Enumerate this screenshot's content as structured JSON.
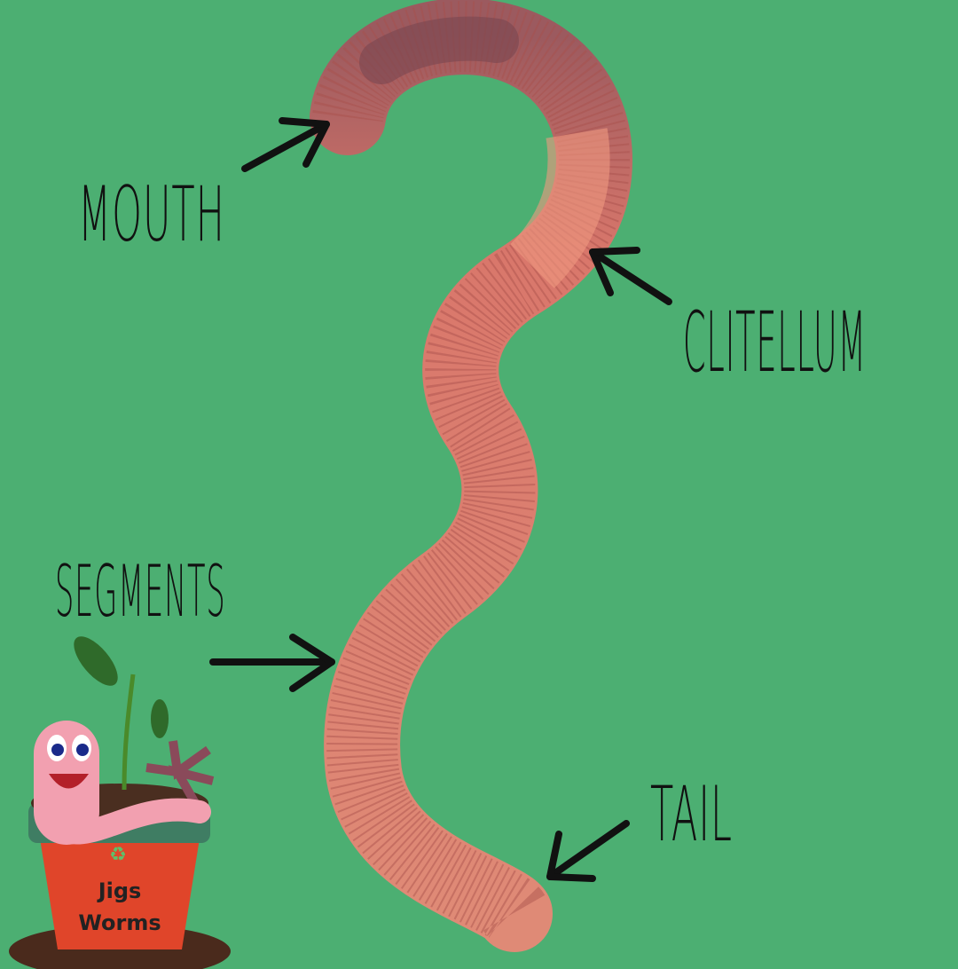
{
  "labels": {
    "mouth": "MOUTH",
    "clitellum": "CLITELLUM",
    "segments": "SEGMENTS",
    "tail": "TAIL"
  },
  "logo": {
    "line1": "Jigs",
    "line2": "Worms"
  },
  "colors": {
    "background": "#4caf72",
    "worm": "#d97a68",
    "arrows": "#111111",
    "pot": "#e0452a",
    "pot_rim": "#3f7d63"
  }
}
